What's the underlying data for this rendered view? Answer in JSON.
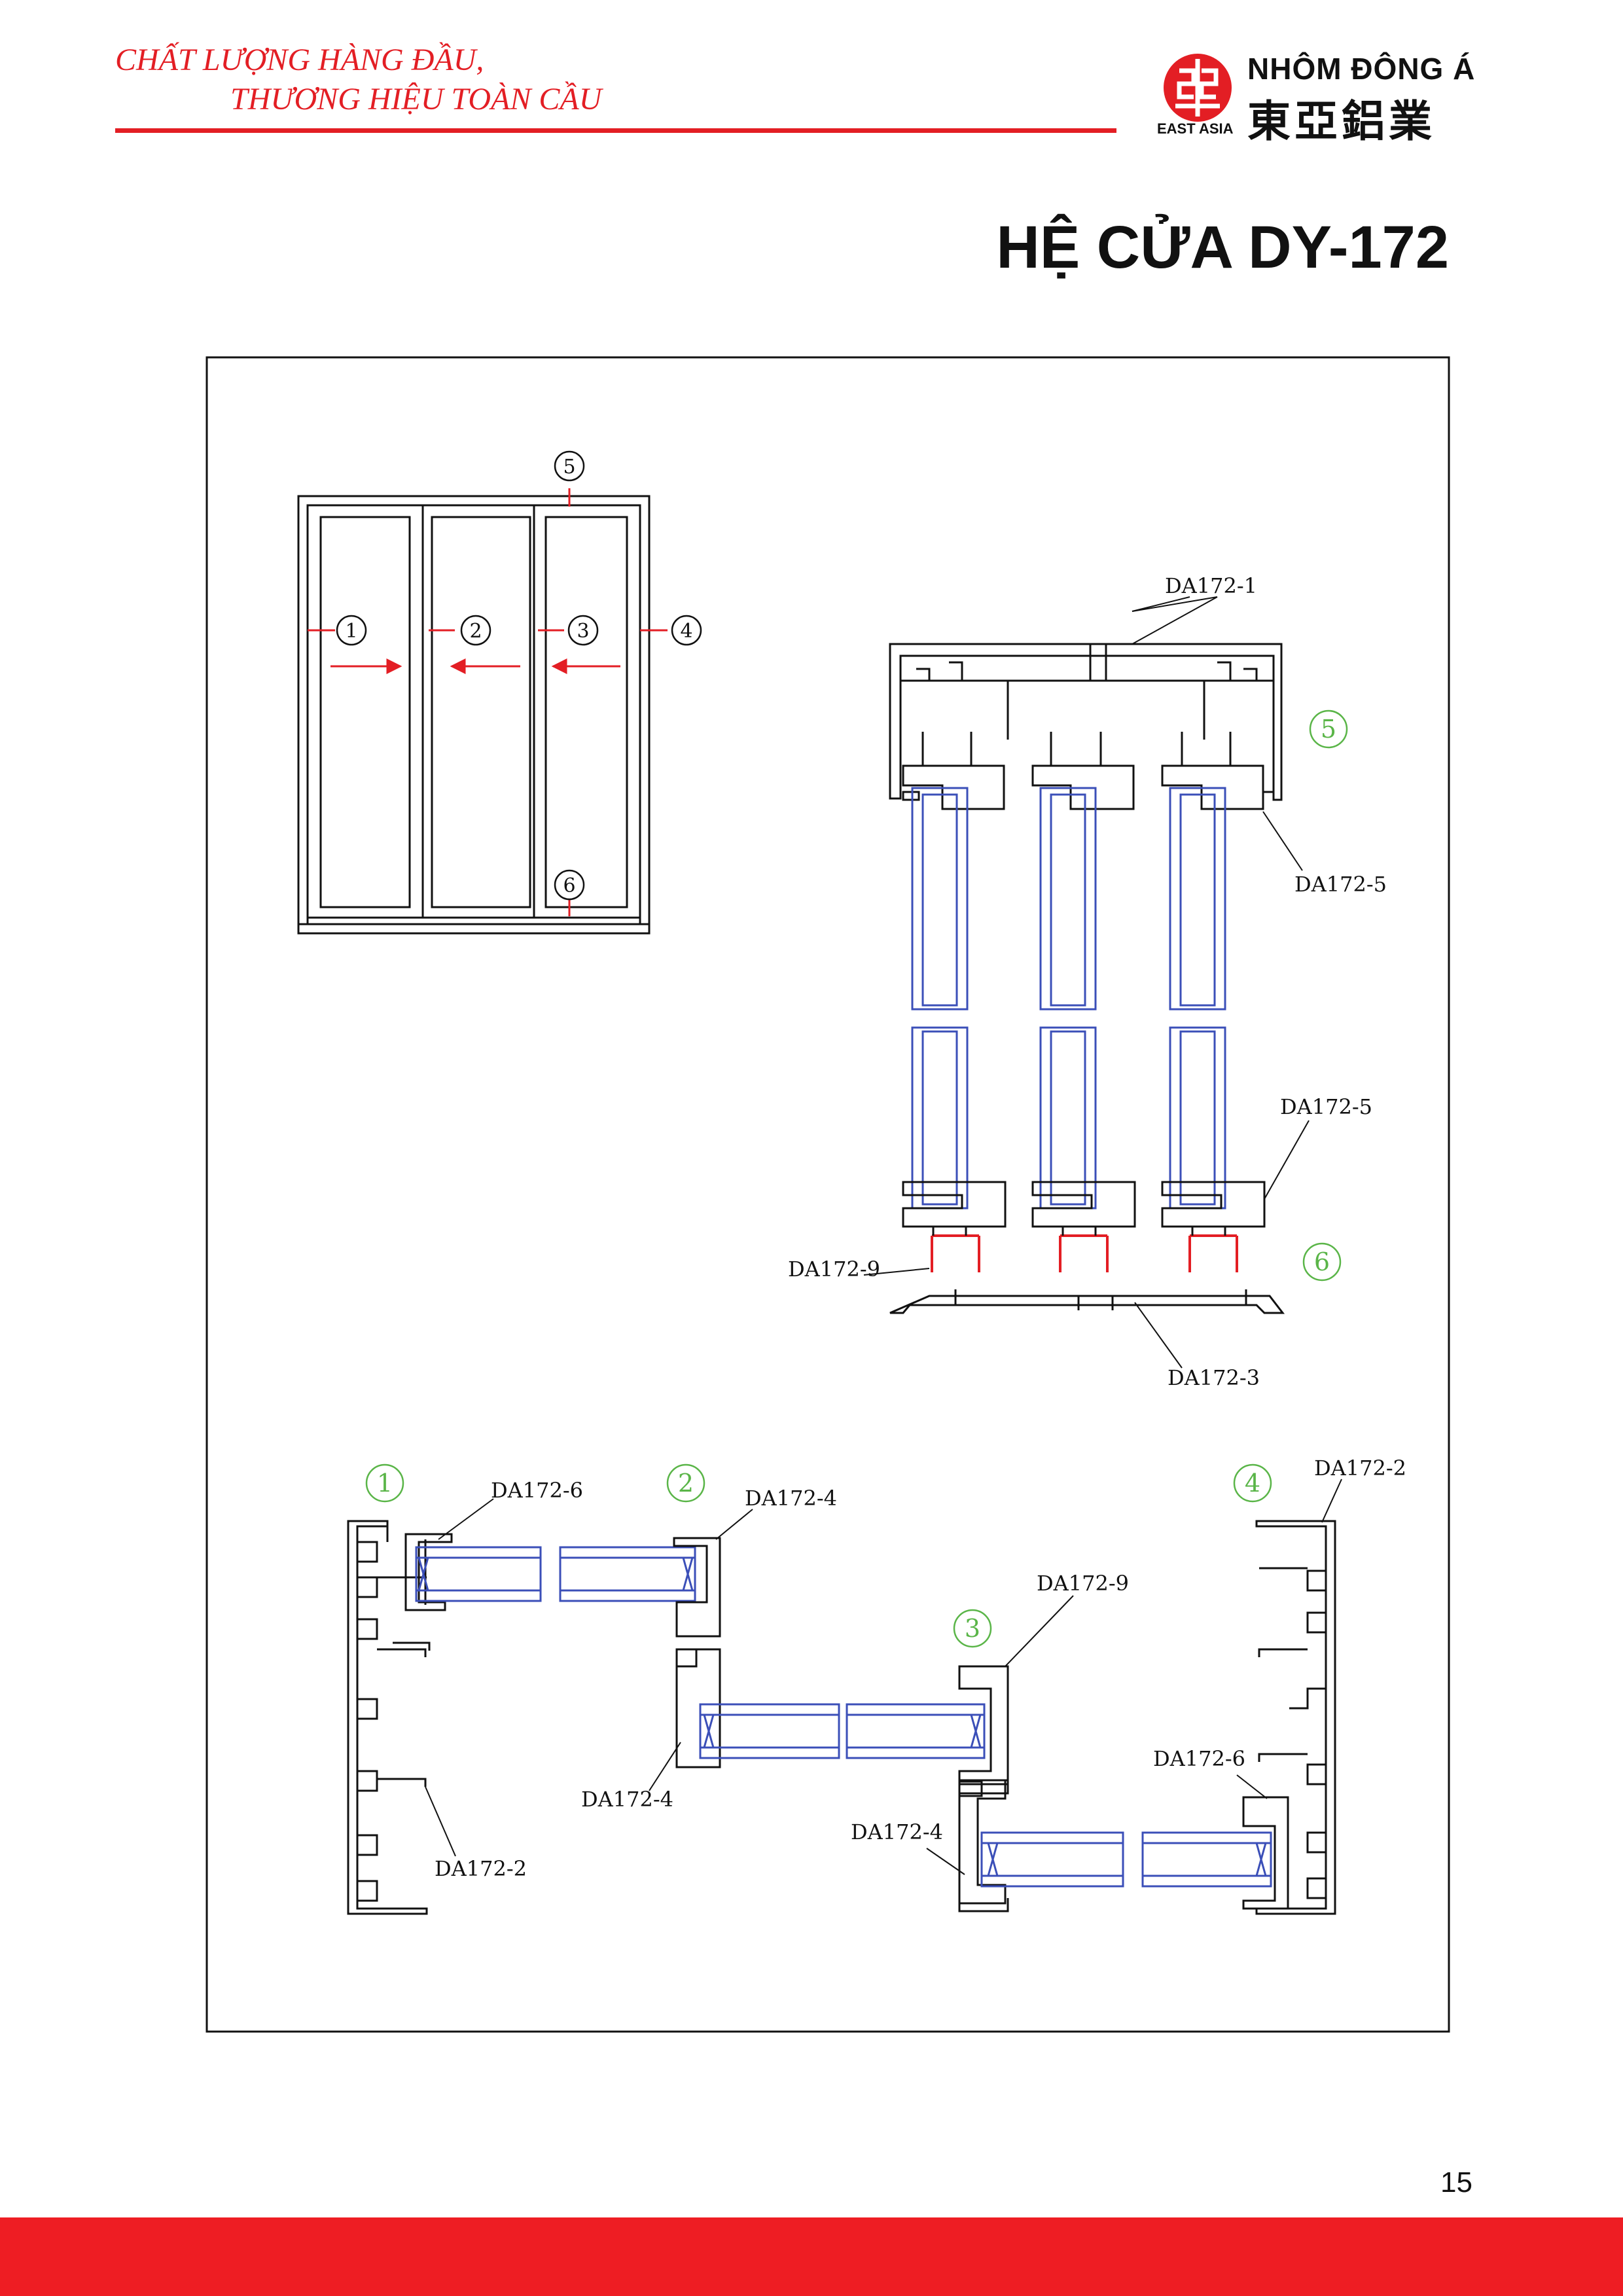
{
  "header": {
    "slogan_line1": "CHẤT LƯỢNG HÀNG ĐẦU,",
    "slogan_line2": "THƯƠNG HIỆU TOÀN CẦU",
    "brand_name": "NHÔM ĐÔNG Á",
    "brand_cjk": "東亞鋁業",
    "brand_sub": "EAST ASIA"
  },
  "title": "HỆ CỬA DY-172",
  "diagram": {
    "markers": [
      "1",
      "2",
      "3",
      "4",
      "5",
      "6"
    ],
    "parts": {
      "da1721": "DA172-1",
      "da1722": "DA172-2",
      "da1723": "DA172-3",
      "da1724": "DA172-4",
      "da1725": "DA172-5",
      "da1726": "DA172-6",
      "da1729": "DA172-9"
    }
  },
  "page_number": "15",
  "colors": {
    "brand_red": "#e31e24",
    "glass_blue": "#3b4fb8",
    "marker_green": "#5ab548",
    "line": "#111111"
  }
}
